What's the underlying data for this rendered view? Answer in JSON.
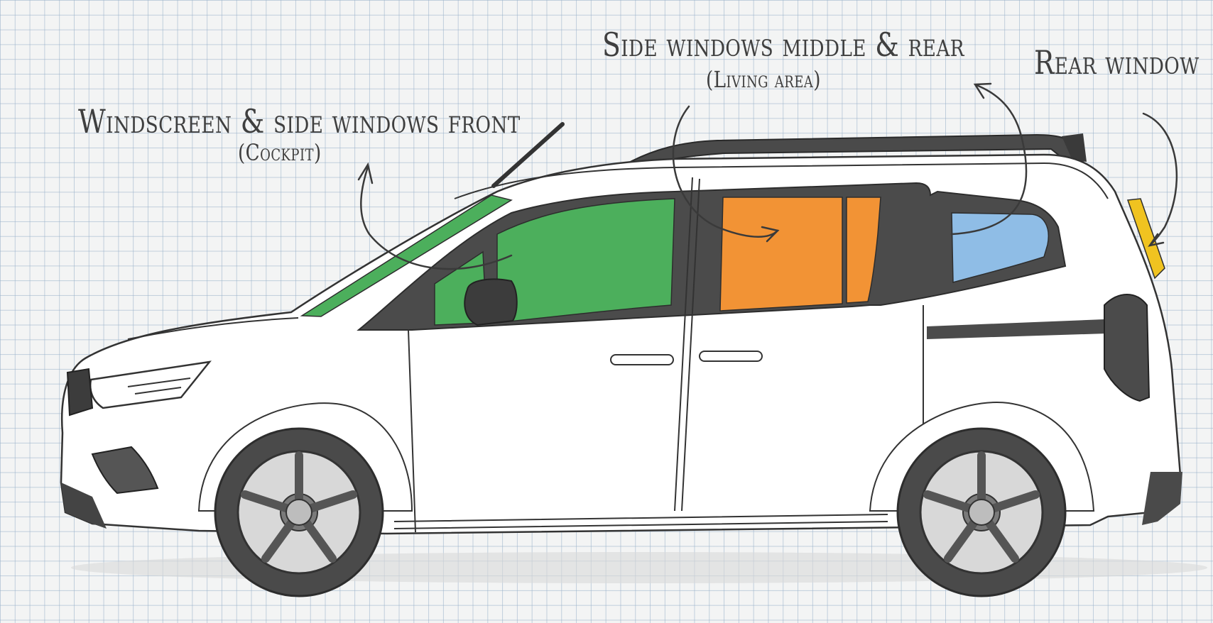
{
  "labels": {
    "front": {
      "title": "Windscreen & side windows front",
      "subtitle": "(Cockpit)"
    },
    "middle": {
      "title": "Side windows middle & rear",
      "subtitle": "(Living area)"
    },
    "rear": {
      "title": "Rear window"
    }
  },
  "colors": {
    "front_windows": "#4caf5c",
    "middle_windows": "#f29335",
    "rear_side_window": "#8fbde6",
    "rear_window": "#f0c320",
    "body_outline": "#333333",
    "trim": "#555555"
  }
}
